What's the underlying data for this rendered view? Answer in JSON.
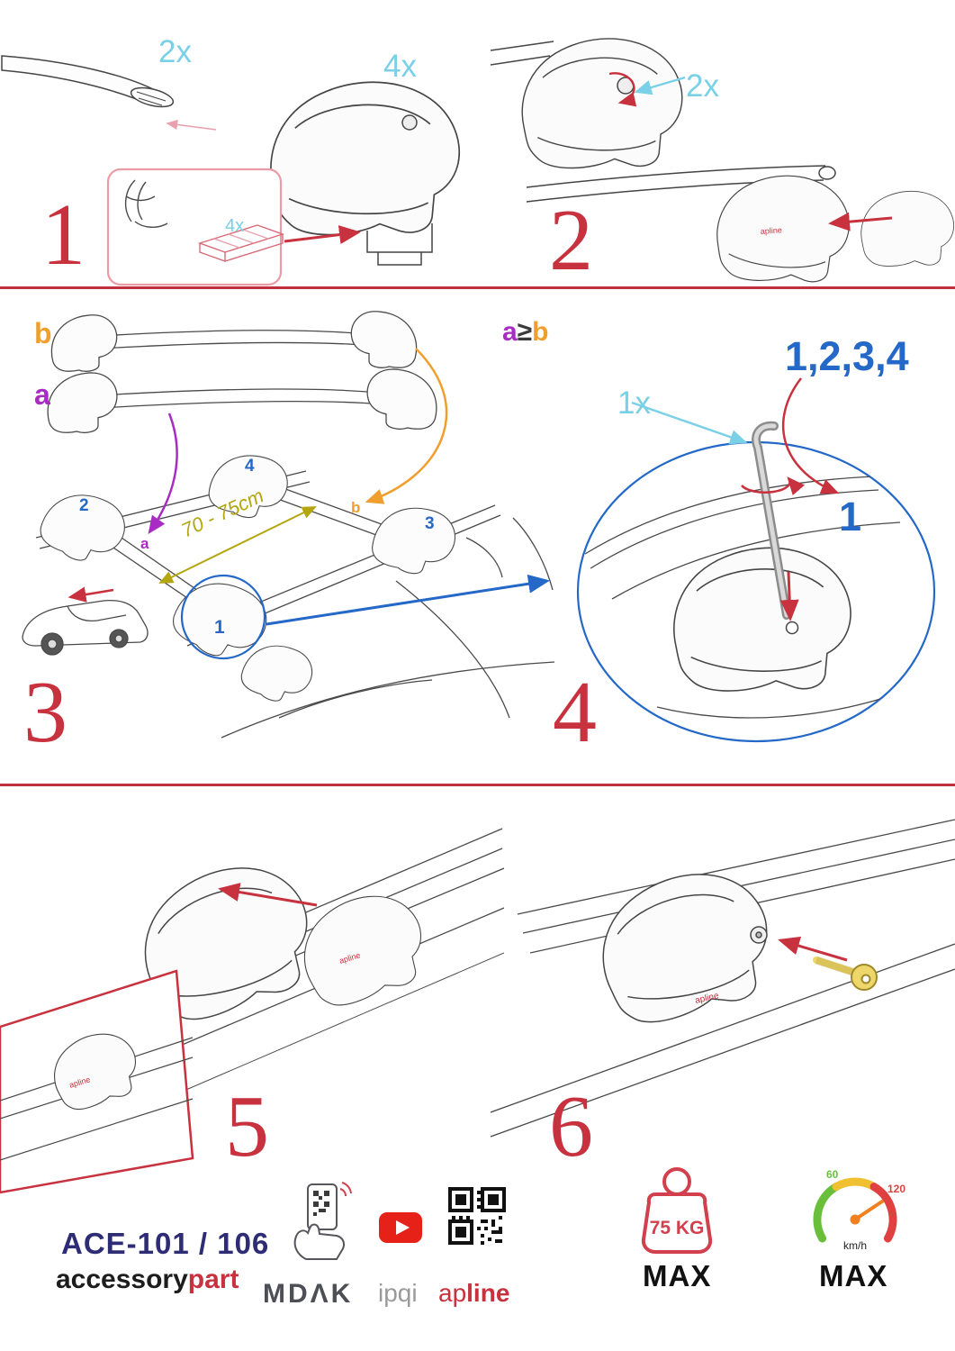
{
  "step1": {
    "number": "1",
    "qty_bar": "2x",
    "qty_foot": "4x",
    "qty_pad": "4x"
  },
  "step2": {
    "number": "2",
    "qty_lock": "2x",
    "foot_brand": "apline"
  },
  "step3": {
    "number": "3",
    "bar_b": "b",
    "bar_a": "a",
    "rule_a": "a",
    "rule_op": "≥",
    "rule_b": "b",
    "distance": "70 - 75cm",
    "pos1": "1",
    "pos2": "2",
    "pos3": "3",
    "pos4": "4",
    "pos_a": "a",
    "pos_b": "b"
  },
  "step4": {
    "number": "4",
    "qty_key": "1x",
    "sequence": "1,2,3,4",
    "first": "1"
  },
  "step5": {
    "number": "5",
    "foot_brand": "apline"
  },
  "step6": {
    "number": "6",
    "foot_brand": "apline"
  },
  "footer": {
    "model": "ACE-101 / 106",
    "brand_black": "accessory",
    "brand_red": "part",
    "mdak": "MDΛK",
    "ipqi": "ipqi",
    "apline_ap": "ap",
    "apline_line": "line",
    "weight_value": "75 KG",
    "weight_max": "MAX",
    "speed_green": "60",
    "speed_red": "120",
    "speed_unit": "km/h",
    "speed_max": "MAX"
  },
  "colors": {
    "accent_red": "#c8313e",
    "cyan": "#7ad0e6",
    "purple": "#a82cc4",
    "orange": "#f09f2e",
    "olive": "#b3a60f",
    "blue": "#2468c8",
    "navy": "#2e2c74"
  }
}
